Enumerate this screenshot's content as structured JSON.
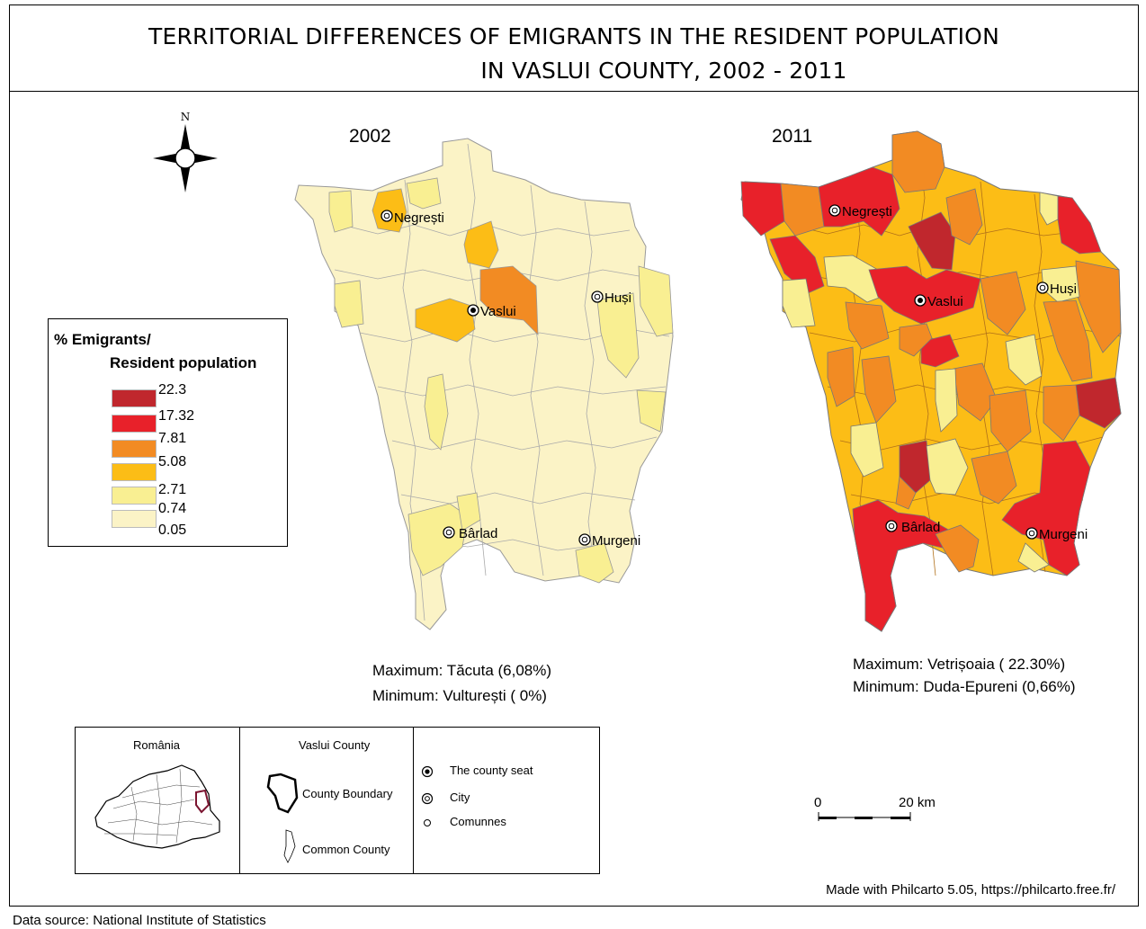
{
  "title": {
    "line1": "TERRITORIAL DIFFERENCES  OF EMIGRANTS IN THE RESIDENT POPULATION",
    "line2": "IN VASLUI COUNTY, 2002 - 2011"
  },
  "maps": [
    {
      "year": "2002",
      "maximum": "Maximum: Tăcuta (6,08%)",
      "minimum": "Minimum: Vulturești ( 0%)"
    },
    {
      "year": "2011",
      "maximum": "Maximum: Vetrișoaia ( 22.30%)",
      "minimum": "Minimum: Duda-Epureni (0,66%)"
    }
  ],
  "cities": {
    "negresti": "Negrești",
    "vaslui": "Vaslui",
    "husi": "Huși",
    "barlad": "Bârlad",
    "murgeni": "Murgeni"
  },
  "legend": {
    "title_line1": "% Emigrants/",
    "title_line2": "Resident population",
    "breaks": [
      "22.3",
      "17.32",
      "7.81",
      "5.08",
      "2.71",
      "0.74",
      "0.05"
    ],
    "colors": [
      "#c0272d",
      "#e8212a",
      "#f28b23",
      "#fcbd16",
      "#f9ef92",
      "#fbf3c6"
    ]
  },
  "inset": {
    "romania_label": "România",
    "county_label": "Vaslui County",
    "county_boundary": "County Boundary",
    "common_county": "Common County",
    "county_seat": "The county seat",
    "city": "City",
    "communes": "Comunnes"
  },
  "north_label": "N",
  "scale": {
    "zero": "0",
    "distance": "20 km"
  },
  "credit": "Made with Philcarto 5.05, https://philcarto.free.fr/",
  "source": "Data source:  National Institute of Statistics"
}
